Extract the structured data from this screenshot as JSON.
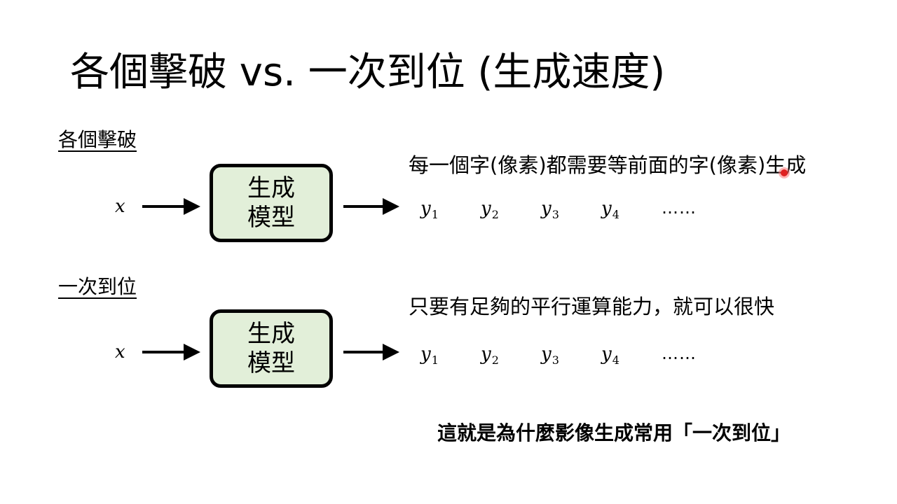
{
  "title": "各個擊破 vs. 一次到位 (生成速度)",
  "sections": [
    {
      "label": "各個擊破",
      "input": "x",
      "model_line1": "生成",
      "model_line2": "模型",
      "outputs": [
        {
          "base": "y",
          "sub": "1"
        },
        {
          "base": "y",
          "sub": "2"
        },
        {
          "base": "y",
          "sub": "3"
        },
        {
          "base": "y",
          "sub": "4"
        }
      ],
      "ellipsis": "……",
      "note": "每一個字(像素)都需要等前面的字(像素)生成"
    },
    {
      "label": "一次到位",
      "input": "x",
      "model_line1": "生成",
      "model_line2": "模型",
      "outputs": [
        {
          "base": "y",
          "sub": "1"
        },
        {
          "base": "y",
          "sub": "2"
        },
        {
          "base": "y",
          "sub": "3"
        },
        {
          "base": "y",
          "sub": "4"
        }
      ],
      "ellipsis": "……",
      "note": "只要有足夠的平行運算能力，就可以很快"
    }
  ],
  "conclusion": "這就是為什麼影像生成常用「一次到位」",
  "colors": {
    "model_box_fill": "#e2efd9",
    "pointer": "#e02020"
  }
}
